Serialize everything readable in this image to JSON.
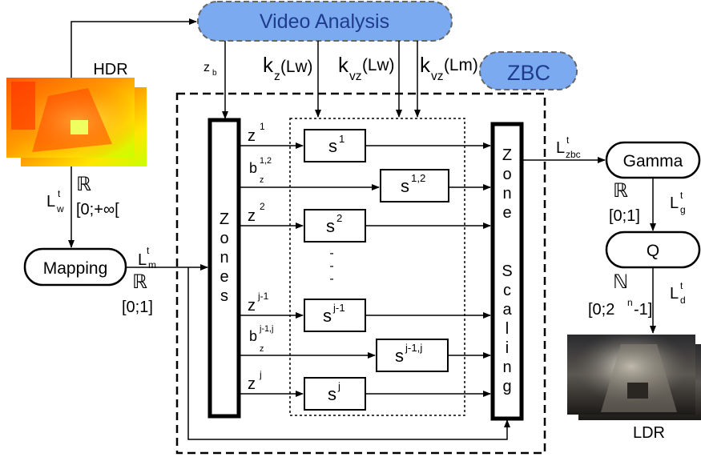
{
  "video_analysis": "Video Analysis",
  "zbc": "ZBC",
  "hdr": "HDR",
  "ldr": "LDR",
  "mapping": "Mapping",
  "gamma": "Gamma",
  "q": "Q",
  "zones": "Zones",
  "zone_scaling": [
    "Zone",
    "Scaling"
  ],
  "zb": "z",
  "zb_sub": "b",
  "kz": {
    "base": "k",
    "sub": "z",
    "arg": "(Lw)"
  },
  "kvz_w": {
    "base": "k",
    "sub": "vz",
    "arg": "(Lw)"
  },
  "kvz_m": {
    "base": "k",
    "sub": "vz",
    "arg": "(Lm)"
  },
  "lw": {
    "base": "L",
    "sup": "t",
    "sub": "w"
  },
  "lm": {
    "base": "L",
    "sup": "t",
    "sub": "m"
  },
  "lzbc": {
    "base": "L",
    "sup": "t",
    "sub": "zbc"
  },
  "lg": {
    "base": "L",
    "sup": "t",
    "sub": "g"
  },
  "ld": {
    "base": "L",
    "sup": "t",
    "sub": "d"
  },
  "real": "ℝ",
  "nat": "ℕ",
  "range_hdr": "[0;+∞[",
  "range_01": "[0;1]",
  "range_01b": "[0;1]",
  "range_n": "[0;2",
  "range_n_sup": "n",
  "range_n_end": "-1]",
  "z1": {
    "base": "z",
    "sup": "1"
  },
  "b12": {
    "base": "b",
    "sup": "1,2",
    "sub": "z"
  },
  "z2": {
    "base": "z",
    "sup": "2"
  },
  "zj1": {
    "base": "z",
    "sup": "j-1"
  },
  "bj1j": {
    "base": "b",
    "sup": "j-1,j",
    "sub": "z"
  },
  "zj": {
    "base": "z",
    "sup": "j"
  },
  "s1": {
    "base": "s",
    "sup": "1"
  },
  "s12": {
    "base": "s",
    "sup": "1,2"
  },
  "s2": {
    "base": "s",
    "sup": "2"
  },
  "sj1": {
    "base": "s",
    "sup": "j-1"
  },
  "sj1j": {
    "base": "s",
    "sup": "j-1,j"
  },
  "sj": {
    "base": "s",
    "sup": "j"
  },
  "ellipsis": "-"
}
